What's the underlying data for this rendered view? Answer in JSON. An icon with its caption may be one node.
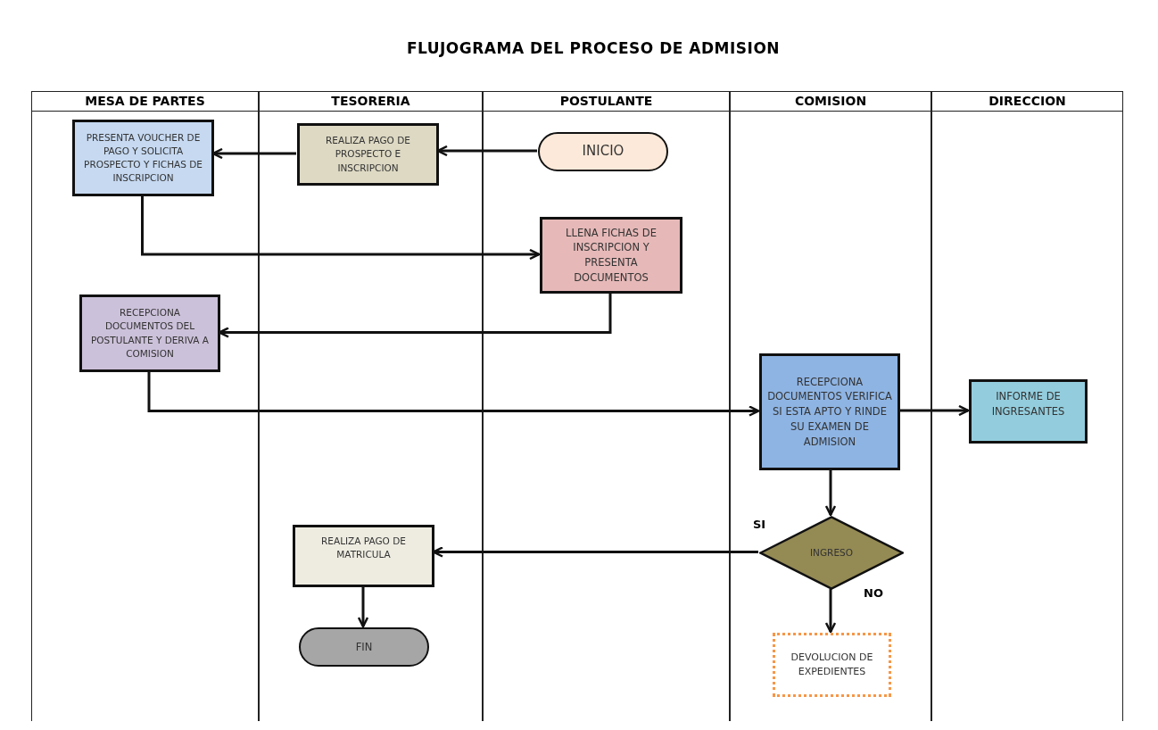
{
  "diagram": {
    "title": "FLUJOGRAMA DEL PROCESO DE ADMISION",
    "nodes": [
      {
        "text": [
          "MESA DE PARTES"
        ]
      },
      {
        "text": [
          "TESORERIA"
        ]
      },
      {
        "text": [
          "POSTULANTE"
        ]
      },
      {
        "text": [
          "COMISION"
        ]
      },
      {
        "text": [
          "DIRECCION"
        ]
      },
      {
        "text": [
          "PRESENTA VOUCHER DE PAGO Y SOLICITA PROSPECTO Y FICHAS DE INSCRIPCION"
        ],
        "in": 0
      },
      {
        "text": [
          "REALIZA PAGO DE PROSPECTO E INSCRIPCION"
        ],
        "in": 1
      },
      {
        "text": [
          "INICIO"
        ],
        "in": 2
      },
      {
        "text": [
          "LLENA FICHAS DE INSCRIPCION Y PRESENTA DOCUMENTOS"
        ],
        "in": 2
      },
      {
        "text": [
          "RECEPCIONA DOCUMENTOS DEL POSTULANTE Y DERIVA A COMISION"
        ],
        "in": 0
      },
      {
        "text": [
          "RECEPCIONA DOCUMENTOS VERIFICA SI ESTA APTO Y RINDE SU EXAMEN DE ADMISION"
        ],
        "in": 3
      },
      {
        "text": [
          "INFORME DE INGRESANTES"
        ],
        "in": 4
      },
      {
        "text": [
          "INGRESO"
        ],
        "in": 3
      },
      {
        "text": [
          "REALIZA PAGO DE MATRICULA"
        ],
        "in": 1
      },
      {
        "text": [
          "FIN"
        ],
        "in": 1
      },
      {
        "text": [
          "DEVOLUCION DE EXPEDIENTES"
        ],
        "in": 3
      }
    ],
    "edges": [
      {
        "from": 7,
        "to": 6,
        "arrow": "to"
      },
      {
        "from": 6,
        "to": 5,
        "arrow": "to"
      },
      {
        "from": 5,
        "to": 8,
        "arrow": "to"
      },
      {
        "from": 8,
        "to": 9,
        "arrow": "to"
      },
      {
        "from": 9,
        "to": 10,
        "arrow": "to"
      },
      {
        "from": 10,
        "to": 11,
        "arrow": "to"
      },
      {
        "from": 10,
        "to": 12,
        "arrow": "to"
      },
      {
        "from": 12,
        "to": 13,
        "label": "SI",
        "arrow": "to"
      },
      {
        "from": 12,
        "to": 15,
        "label": "NO",
        "arrow": "to"
      },
      {
        "from": 13,
        "to": 14,
        "arrow": "to"
      }
    ]
  }
}
